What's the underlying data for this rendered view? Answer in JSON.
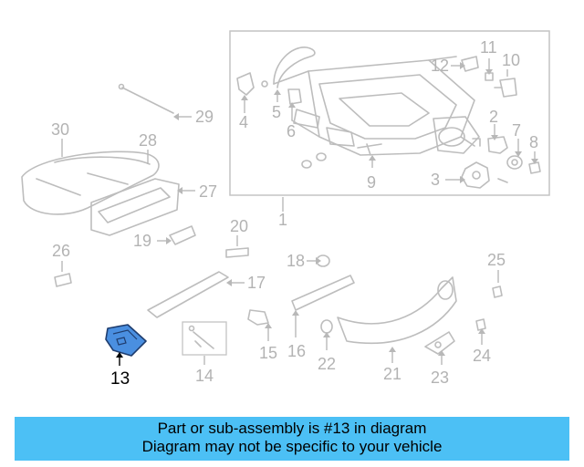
{
  "callouts": {
    "n1": "1",
    "n2": "2",
    "n3": "3",
    "n4": "4",
    "n5": "5",
    "n6": "6",
    "n7": "7",
    "n8": "8",
    "n9": "9",
    "n10": "10",
    "n11": "11",
    "n12": "12",
    "n13": "13",
    "n14": "14",
    "n15": "15",
    "n16": "16",
    "n17": "17",
    "n18": "18",
    "n19": "19",
    "n20": "20",
    "n21": "21",
    "n22": "22",
    "n23": "23",
    "n24": "24",
    "n25": "25",
    "n26": "26",
    "n27": "27",
    "n28": "28",
    "n29": "29",
    "n30": "30"
  },
  "highlight": {
    "part_number": "13",
    "color": "#4a8fe0"
  },
  "banner": {
    "line1": "Part or sub-assembly is #13 in diagram",
    "line2": "Diagram may not be specific to your vehicle",
    "color": "#4cc0f5"
  }
}
